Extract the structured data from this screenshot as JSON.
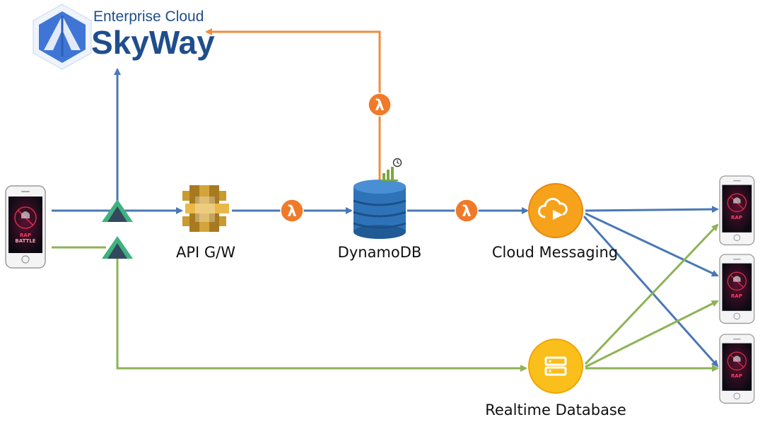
{
  "brand": {
    "line1": "Enterprise Cloud",
    "line2": "SkyWay",
    "color": "#1f4e8c",
    "logo_color": "#3f76d6"
  },
  "nodes": {
    "api_gateway": "API G/W",
    "dynamodb": "DynamoDB",
    "cloud_messaging": "Cloud Messaging",
    "realtime_database": "Realtime Database"
  },
  "app": {
    "screen_text_1": "RAP",
    "screen_text_2": "BATTLE"
  },
  "lambda_symbol": "λ",
  "colors": {
    "blue_line": "#4a78b6",
    "green_line": "#8eb356",
    "orange_line": "#f08c3c",
    "lambda": "#f07a2a",
    "aws_gold": "#c99a2e",
    "dynamo_blue": "#2e73b8",
    "firebase_orange": "#f7a21b",
    "firebase_yellow": "#fbbf1b"
  }
}
